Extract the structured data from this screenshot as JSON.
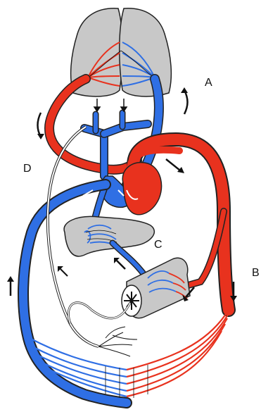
{
  "labels": {
    "a": "A",
    "b": "B",
    "c": "C",
    "d": "D"
  },
  "colors": {
    "arterial": "#e8321e",
    "venous": "#2f6fe4",
    "organ_fill": "#c8c8c8",
    "outline": "#222222",
    "lymph": "#ffffff",
    "background": "#ffffff"
  }
}
